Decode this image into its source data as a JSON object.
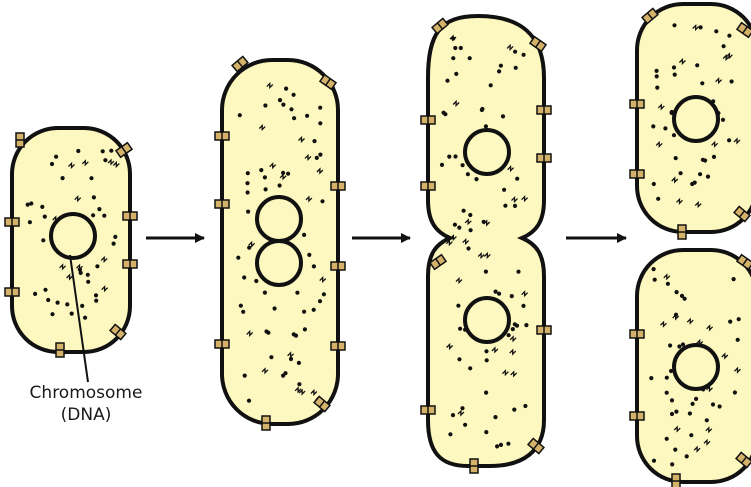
{
  "labels": {
    "chromosome": "Chromosome",
    "dna": "(DNA)"
  },
  "colors": {
    "cytoplasm": "#fdf8bf",
    "outline": "#111111",
    "membrane_protein": "#d4b26a",
    "arrow": "#111111"
  },
  "stages": [
    "single-cell-with-chromosome",
    "elongated-cell-with-replicated-chromosome",
    "constricting-cell",
    "two-daughter-cells"
  ]
}
